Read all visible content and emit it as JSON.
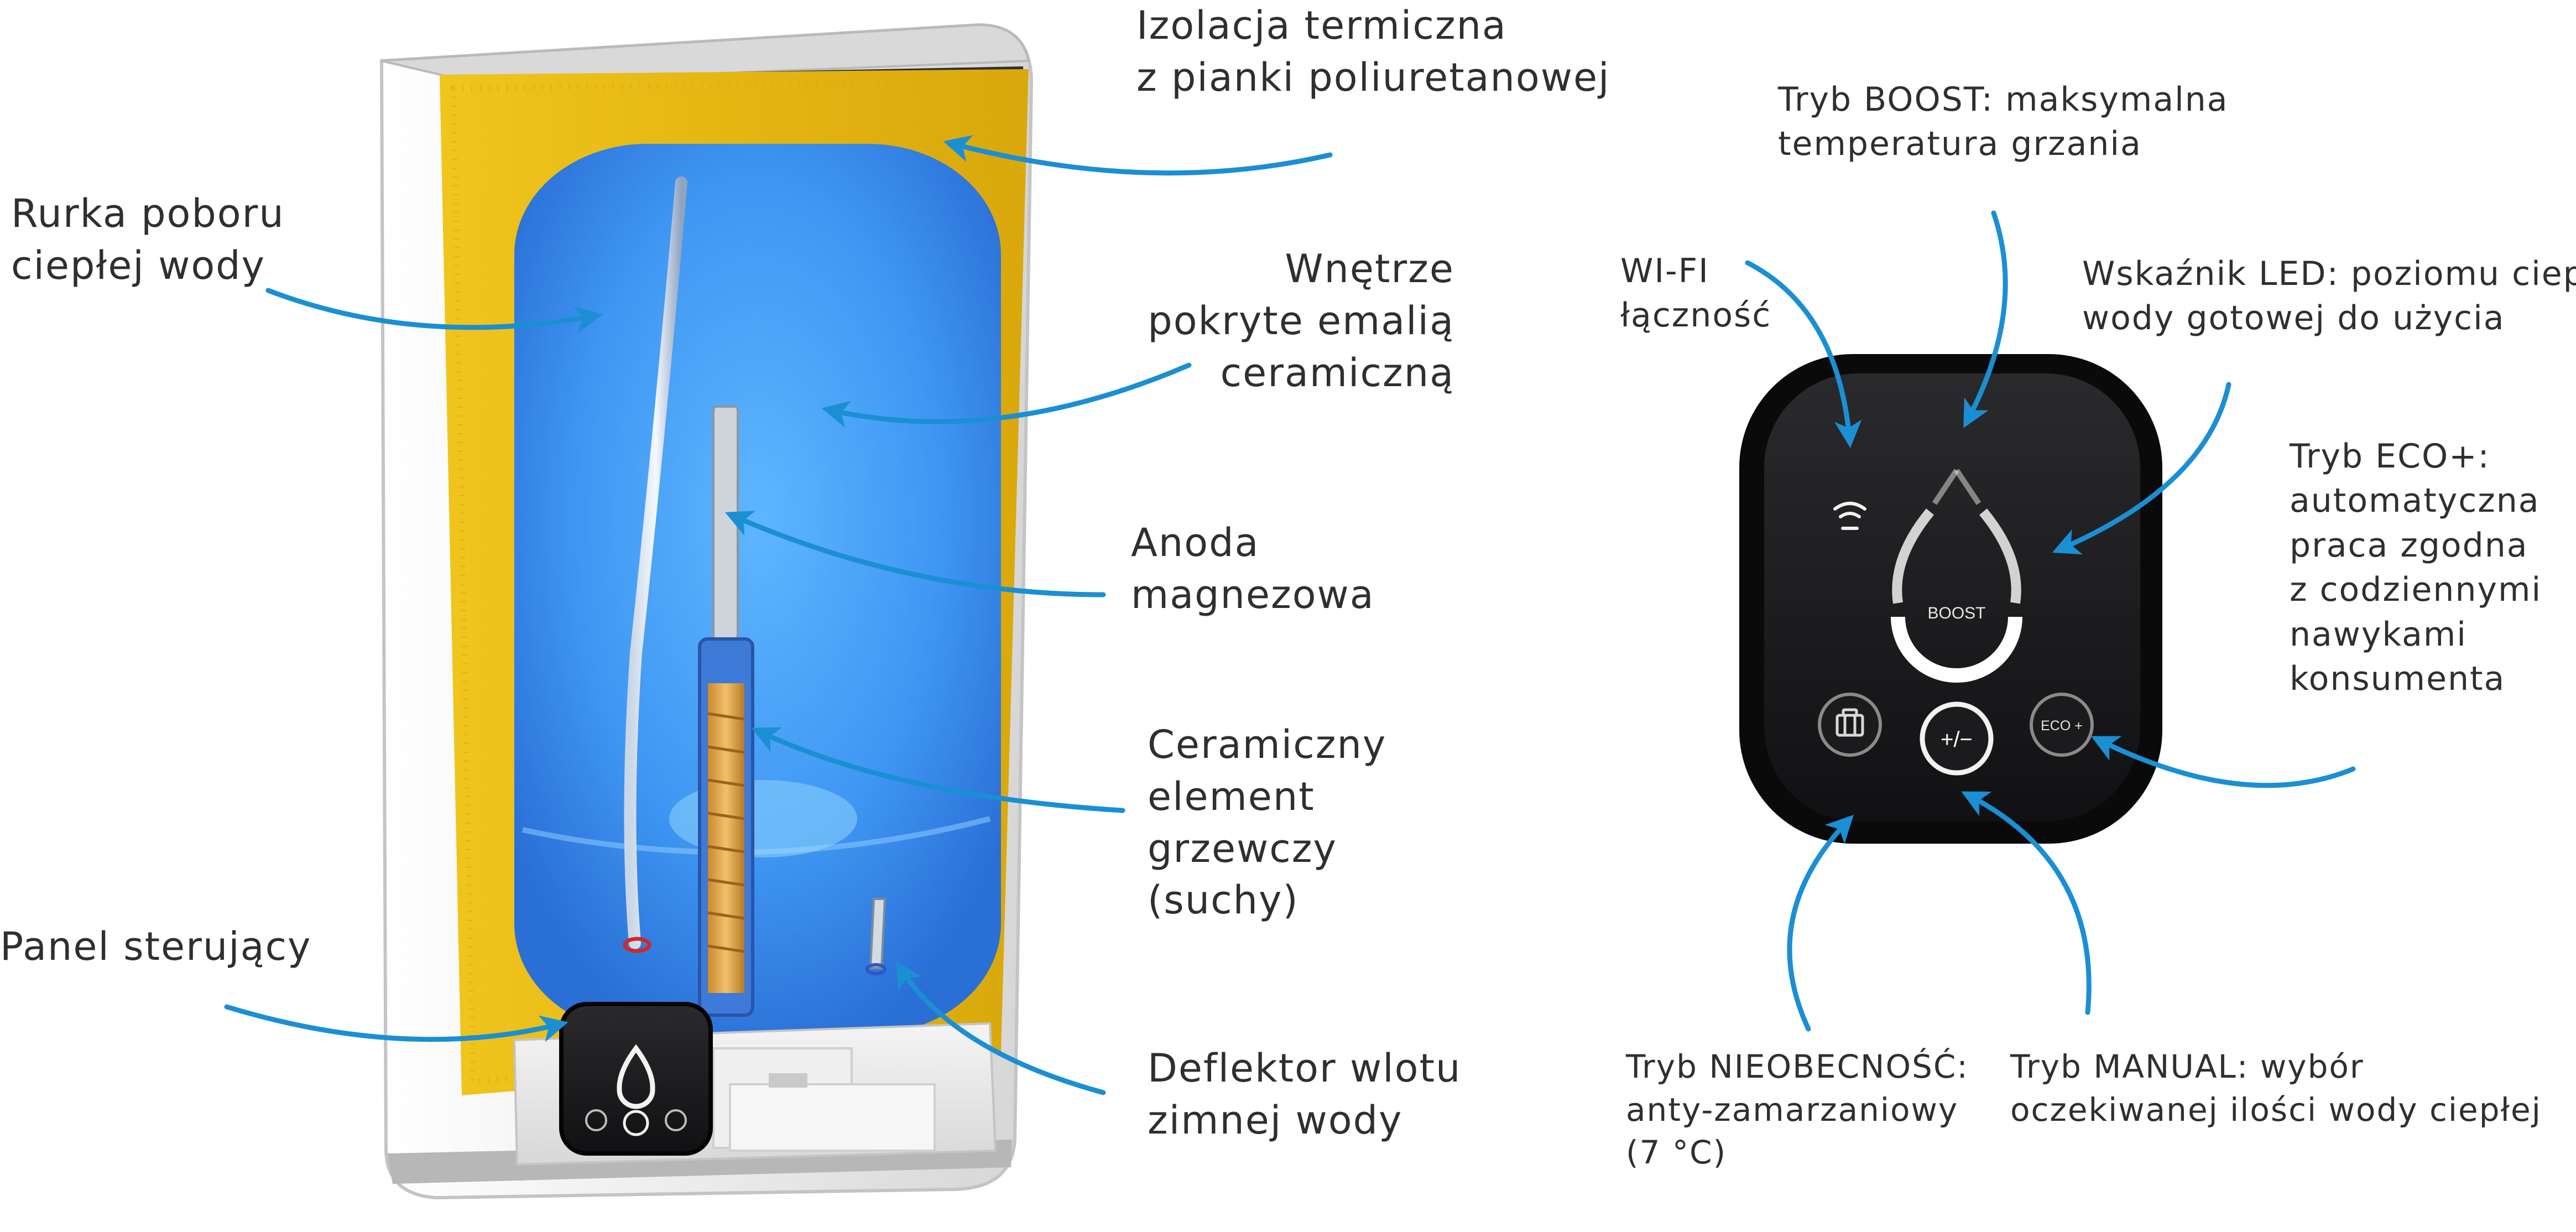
{
  "colors": {
    "arrow": "#1b8fd3",
    "insulation": "#e8bd17",
    "water": "#3f99f6",
    "panel": "#1b1b1d",
    "shell": "#f4f4f2",
    "ring": "#f2f2f2"
  },
  "labels": {
    "insulation": [
      "Izolacja termiczna",
      "z pianki poliuretanowej"
    ],
    "tube": [
      "Rurka poboru",
      "ciepłej wody"
    ],
    "enamel": [
      "Wnętrze",
      "pokryte emalią",
      "ceramiczną"
    ],
    "anode": [
      "Anoda",
      "magnezowa"
    ],
    "heater": [
      "Ceramiczny",
      "element",
      "grzewczy",
      "(suchy)"
    ],
    "panel": [
      "Panel sterujący"
    ],
    "deflector": [
      "Deflektor wlotu",
      "zimnej wody"
    ],
    "boost_mode": [
      "Tryb BOOST: maksymalna",
      "temperatura grzania"
    ],
    "wifi": [
      "WI-FI",
      "łączność"
    ],
    "led": [
      "Wskaźnik LED: poziomu ciepłej",
      "wody gotowej do użycia"
    ],
    "eco_mode": [
      "Tryb ECO+:",
      "automatyczna",
      "praca zgodna",
      "z codziennymi",
      "nawykami",
      "konsumenta"
    ],
    "absence_mode": [
      "Tryb NIEOBECNOŚĆ:",
      "anty-zamarzaniowy",
      "(7 °C)"
    ],
    "manual_mode": [
      "Tryb MANUAL: wybór",
      "oczekiwanej ilości wody ciepłej"
    ]
  },
  "panel_buttons": {
    "boost": "BOOST",
    "manual": "+/−",
    "eco": "ECO +",
    "absence_icon": "suitcase-icon",
    "wifi_icon": "wifi-icon"
  }
}
